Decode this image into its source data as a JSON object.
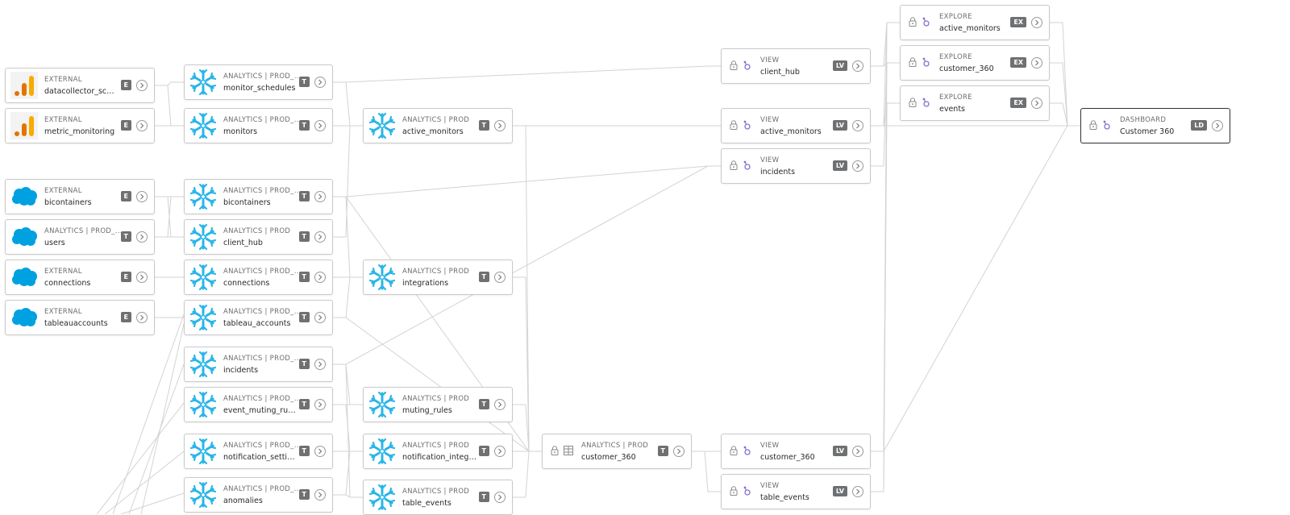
{
  "colors": {
    "edge": "#d3d3d3",
    "badge": "#6e7072",
    "snowflake": "#29b5e8",
    "salesforce": "#00a1e0",
    "ga_orange": "#f9ab00",
    "ga_dark": "#e37400",
    "looker_purple": "#8a6fd1"
  },
  "nodes": [
    {
      "id": "n1",
      "type_label": "EXTERNAL",
      "name": "datacollector_sch...",
      "badge": "E",
      "icon": "google-analytics-icon"
    },
    {
      "id": "n2",
      "type_label": "EXTERNAL",
      "name": "metric_monitoring",
      "badge": "E",
      "icon": "google-analytics-icon"
    },
    {
      "id": "n3",
      "type_label": "EXTERNAL",
      "name": "bicontainers",
      "badge": "E",
      "icon": "salesforce-cloud-icon"
    },
    {
      "id": "n4",
      "type_label": "ANALYTICS | PROD_...",
      "name": "users",
      "badge": "T",
      "icon": "salesforce-cloud-icon"
    },
    {
      "id": "n5",
      "type_label": "EXTERNAL",
      "name": "connections",
      "badge": "E",
      "icon": "salesforce-cloud-icon"
    },
    {
      "id": "n6",
      "type_label": "EXTERNAL",
      "name": "tableauaccounts",
      "badge": "E",
      "icon": "salesforce-cloud-icon"
    },
    {
      "id": "n7",
      "type_label": "ANALYTICS | PROD_...",
      "name": "monitor_schedules",
      "badge": "T",
      "icon": "snowflake-icon"
    },
    {
      "id": "n8",
      "type_label": "ANALYTICS | PROD_...",
      "name": "monitors",
      "badge": "T",
      "icon": "snowflake-icon"
    },
    {
      "id": "n9",
      "type_label": "ANALYTICS | PROD_...",
      "name": "bicontainers",
      "badge": "T",
      "icon": "snowflake-icon"
    },
    {
      "id": "n10",
      "type_label": "ANALYTICS | PROD",
      "name": "client_hub",
      "badge": "T",
      "icon": "snowflake-icon"
    },
    {
      "id": "n11",
      "type_label": "ANALYTICS | PROD_...",
      "name": "connections",
      "badge": "T",
      "icon": "snowflake-icon"
    },
    {
      "id": "n12",
      "type_label": "ANALYTICS | PROD_...",
      "name": "tableau_accounts",
      "badge": "T",
      "icon": "snowflake-icon"
    },
    {
      "id": "n13",
      "type_label": "ANALYTICS | PROD_...",
      "name": "incidents",
      "badge": "T",
      "icon": "snowflake-icon"
    },
    {
      "id": "n14",
      "type_label": "ANALYTICS | PROD_...",
      "name": "event_muting_rules",
      "badge": "T",
      "icon": "snowflake-icon"
    },
    {
      "id": "n15",
      "type_label": "ANALYTICS | PROD_...",
      "name": "notification_settin...",
      "badge": "T",
      "icon": "snowflake-icon"
    },
    {
      "id": "n16",
      "type_label": "ANALYTICS | PROD_...",
      "name": "anomalies",
      "badge": "T",
      "icon": "snowflake-icon"
    },
    {
      "id": "n17",
      "type_label": "ANALYTICS | PROD",
      "name": "active_monitors",
      "badge": "T",
      "icon": "snowflake-icon"
    },
    {
      "id": "n18",
      "type_label": "ANALYTICS | PROD",
      "name": "integrations",
      "badge": "T",
      "icon": "snowflake-icon"
    },
    {
      "id": "n19",
      "type_label": "ANALYTICS | PROD",
      "name": "muting_rules",
      "badge": "T",
      "icon": "snowflake-icon"
    },
    {
      "id": "n20",
      "type_label": "ANALYTICS | PROD",
      "name": "notification_integr...",
      "badge": "T",
      "icon": "snowflake-icon"
    },
    {
      "id": "n21",
      "type_label": "ANALYTICS | PROD",
      "name": "table_events",
      "badge": "T",
      "icon": "snowflake-icon"
    },
    {
      "id": "n22",
      "type_label": "ANALYTICS | PROD",
      "name": "customer_360",
      "badge": "T",
      "icon": "lock-table-icon"
    },
    {
      "id": "n23",
      "type_label": "VIEW",
      "name": "client_hub",
      "badge": "LV",
      "icon": "lock-looker-icon"
    },
    {
      "id": "n24",
      "type_label": "VIEW",
      "name": "active_monitors",
      "badge": "LV",
      "icon": "lock-looker-icon"
    },
    {
      "id": "n25",
      "type_label": "VIEW",
      "name": "incidents",
      "badge": "LV",
      "icon": "lock-looker-icon"
    },
    {
      "id": "n26",
      "type_label": "VIEW",
      "name": "customer_360",
      "badge": "LV",
      "icon": "lock-looker-icon"
    },
    {
      "id": "n27",
      "type_label": "VIEW",
      "name": "table_events",
      "badge": "LV",
      "icon": "lock-looker-icon"
    },
    {
      "id": "n28",
      "type_label": "EXPLORE",
      "name": "active_monitors",
      "badge": "EX",
      "icon": "lock-looker-icon"
    },
    {
      "id": "n29",
      "type_label": "EXPLORE",
      "name": "customer_360",
      "badge": "EX",
      "icon": "lock-looker-icon"
    },
    {
      "id": "n30",
      "type_label": "EXPLORE",
      "name": "events",
      "badge": "EX",
      "icon": "lock-looker-icon"
    },
    {
      "id": "n31",
      "type_label": "DASHBOARD",
      "name": "Customer 360",
      "badge": "LD",
      "icon": "lock-looker-icon",
      "selected": true
    }
  ]
}
